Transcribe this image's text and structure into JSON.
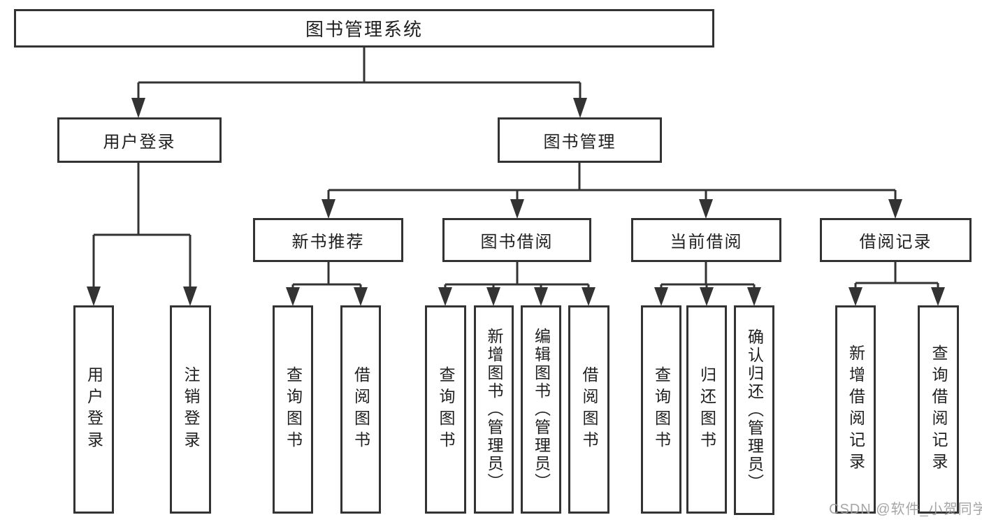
{
  "root": {
    "label": "图书管理系统"
  },
  "branches": {
    "user_login": {
      "label": "用户登录",
      "children": [
        {
          "label": "用户登录"
        },
        {
          "label": "注销登录"
        }
      ]
    },
    "book_mgmt": {
      "label": "图书管理",
      "children": [
        {
          "label": "新书推荐",
          "children": [
            {
              "label": "查询图书"
            },
            {
              "label": "借阅图书"
            }
          ]
        },
        {
          "label": "图书借阅",
          "children": [
            {
              "label": "查询图书"
            },
            {
              "label": "新增图书（管理员）"
            },
            {
              "label": "编辑图书（管理员）"
            },
            {
              "label": "借阅图书"
            }
          ]
        },
        {
          "label": "当前借阅",
          "children": [
            {
              "label": "查询图书"
            },
            {
              "label": "归还图书"
            },
            {
              "label": "确认归还（管理员）"
            }
          ]
        },
        {
          "label": "借阅记录",
          "children": [
            {
              "label": "新增借阅记录"
            },
            {
              "label": "查询借阅记录"
            }
          ]
        }
      ]
    }
  },
  "watermark": "CSDN @软件_小贺同学",
  "colors": {
    "line": "#333333",
    "text": "#1f1f1f",
    "watermark": "#9e9e9e",
    "background": "#ffffff"
  }
}
